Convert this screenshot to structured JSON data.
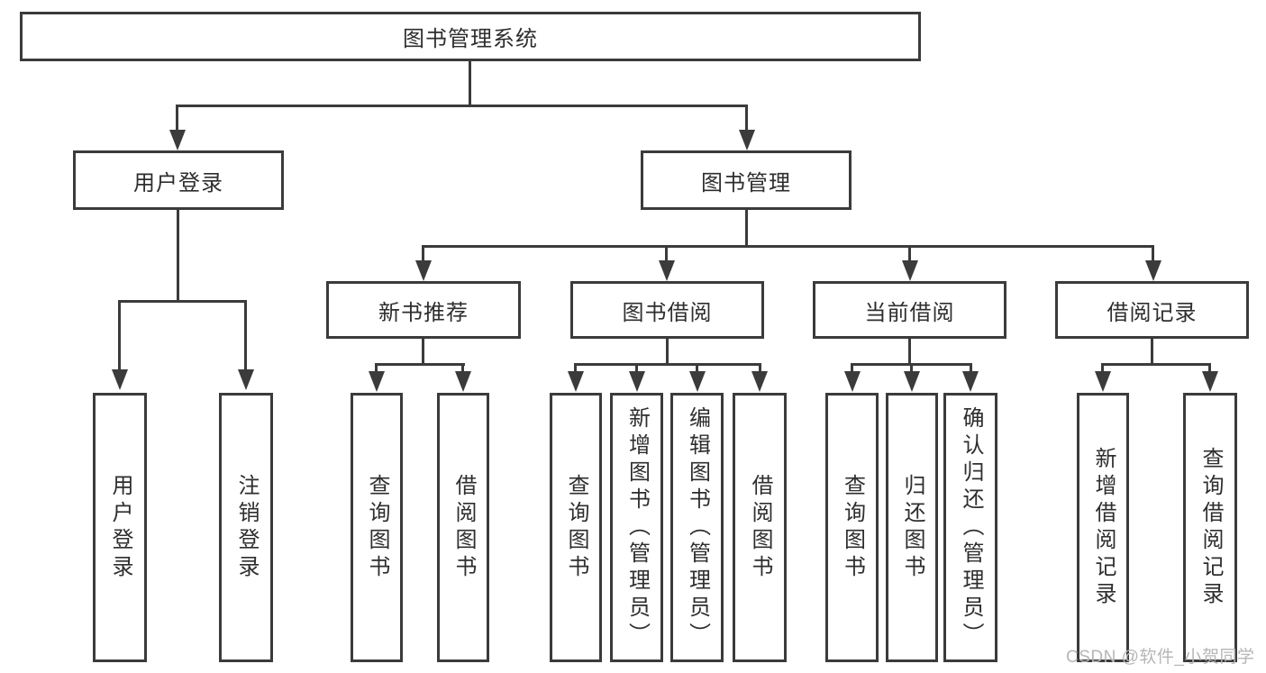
{
  "diagram": {
    "root": {
      "label": "图书管理系统"
    },
    "level2": [
      {
        "label": "用户登录"
      },
      {
        "label": "图书管理"
      }
    ],
    "level3": [
      {
        "label": "新书推荐"
      },
      {
        "label": "图书借阅"
      },
      {
        "label": "当前借阅"
      },
      {
        "label": "借阅记录"
      }
    ],
    "leaves": {
      "user_login": [
        "用户登录",
        "注销登录"
      ],
      "new_book_recommend": [
        "查询图书",
        "借阅图书"
      ],
      "book_borrow": [
        "查询图书",
        "新增图书（管理员）",
        "编辑图书（管理员）",
        "借阅图书"
      ],
      "current_borrow": [
        "查询图书",
        "归还图书",
        "确认归还（管理员）"
      ],
      "borrow_record": [
        "新增借阅记录",
        "查询借阅记录"
      ]
    }
  },
  "watermark": "CSDN @软件_小贺同学",
  "colors": {
    "line": "#3b3b3b",
    "text": "#2e2e2e",
    "watermark": "#b6b6b6",
    "background": "#ffffff"
  }
}
